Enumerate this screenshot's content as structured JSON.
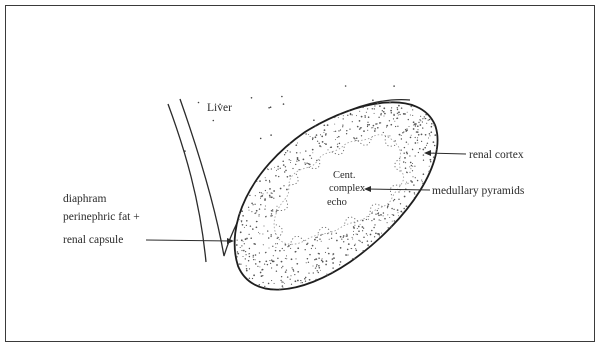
{
  "diagram": {
    "labels": {
      "liver": "Liver",
      "renal_cortex": "renal cortex",
      "medullary_pyramids": "medullary pyramids",
      "central_complex": [
        "Cent.",
        "complex",
        "echo"
      ],
      "diaphragm": [
        "diaphram",
        "perinephric fat +",
        "renal capsule"
      ]
    },
    "colors": {
      "line": "#2b2b2b",
      "stipple": "#555555",
      "border": "#3a3a3a"
    }
  }
}
